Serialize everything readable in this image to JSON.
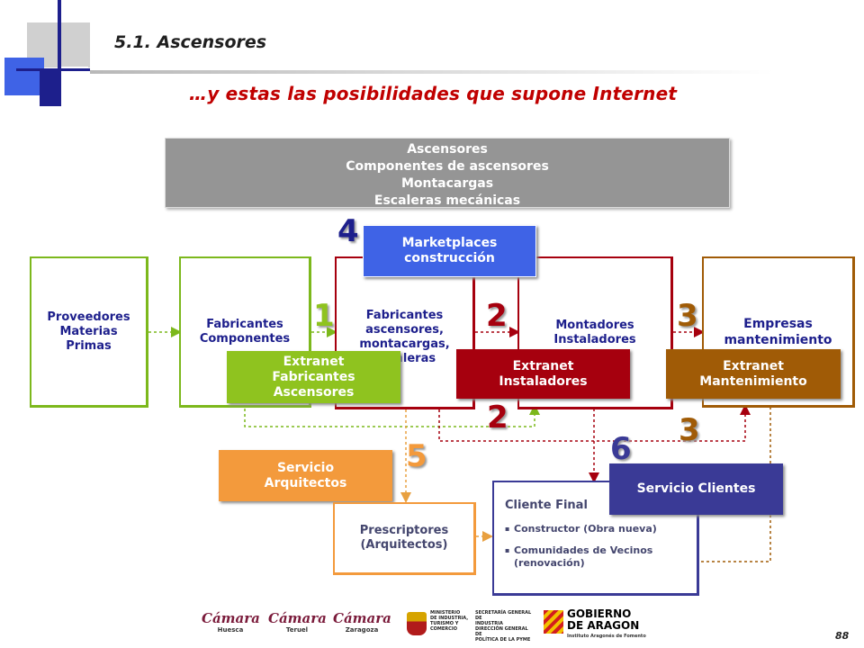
{
  "header": {
    "section_title": "5.1. Ascensores",
    "headline": "…y estas las posibilidades que supone Internet"
  },
  "products_box": {
    "lines": [
      "Ascensores",
      "Componentes de ascensores",
      "Montacargas",
      "Escaleras mecánicas"
    ]
  },
  "chain": {
    "proveedores": "Proveedores\nMaterias\nPrimas",
    "fabricantes_componentes": "Fabricantes\nComponentes",
    "fabricantes_ascensores": "Fabricantes\nascensores,\nmontacargas,\nescaleras",
    "montadores": "Montadores\nInstaladores",
    "empresas": "Empresas\nmantenimiento",
    "prescriptores": "Prescriptores\n(Arquitectos)"
  },
  "services": {
    "marketplaces": "Marketplaces\nconstrucción",
    "extranet_fabricantes": "Extranet\nFabricantes\nAscensores",
    "extranet_instaladores": "Extranet\nInstaladores",
    "extranet_mantenimiento": "Extranet\nMantenimiento",
    "servicio_arquitectos": "Servicio\nArquitectos",
    "servicio_clientes": "Servicio Clientes"
  },
  "client": {
    "title": "Cliente Final",
    "items": [
      "Constructor (Obra nueva)",
      "Comunidades de Vecinos\n(renovación)"
    ]
  },
  "numbers": {
    "n4": "4",
    "n1": "1",
    "n2a": "2",
    "n3a": "3",
    "n2b": "2",
    "n3b": "3",
    "n6": "6",
    "n5": "5"
  },
  "footer": {
    "camara_label": "Cámara",
    "camara_huesca": "Huesca",
    "camara_teruel": "Teruel",
    "camara_zaragoza": "Zaragoza",
    "ministerio_1": "MINISTERIO\nDE INDUSTRIA,\nTURISMO Y\nCOMERCIO",
    "ministerio_2": "SECRETARÍA GENERAL DE\nINDUSTRIA\nDIRECCIÓN GENERAL DE\nPOLÍTICA DE LA PYME",
    "gobierno": "GOBIERNO\nDE ARAGON",
    "instituto": "Instituto Aragonés de Fomento",
    "page_number": "88"
  },
  "colors": {
    "navy": "#1d1f8c",
    "light_blue": "#3f63e6",
    "green": "#7cb81c",
    "dark_red": "#a6000e",
    "brown": "#a05b06",
    "orange": "#f39a3c",
    "purple_blue": "#3a3a96",
    "number": "#e0a92a"
  }
}
